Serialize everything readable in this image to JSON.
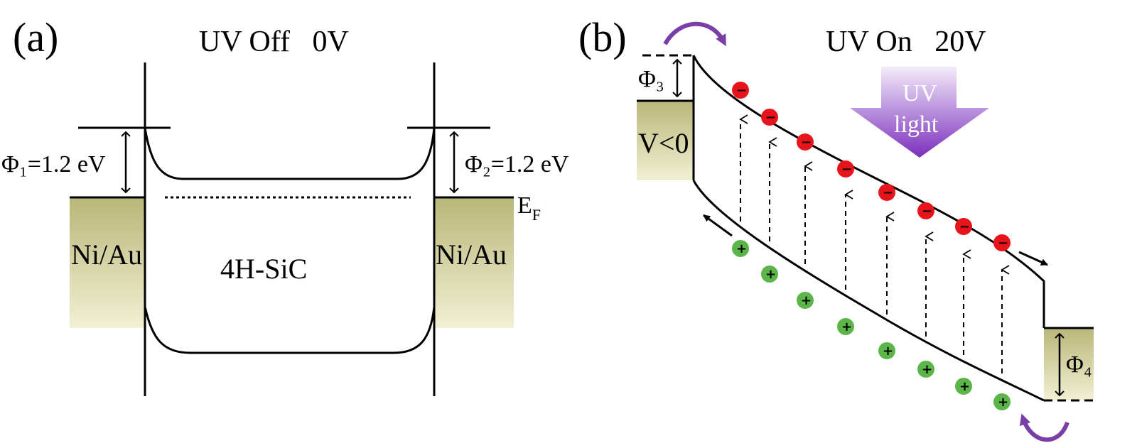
{
  "panels": {
    "a": {
      "label": "(a)",
      "title": "UV Off   0V",
      "phi1": "Φ₁=1.2 eV",
      "phi2": "Φ₂=1.2 eV",
      "fermi": "E",
      "fermi_sub": "F",
      "metal_left": "Ni/Au",
      "metal_right": "Ni/Au",
      "semiconductor": "4H-SiC"
    },
    "b": {
      "label": "(b)",
      "title": "UV On   20V",
      "phi3": "Φ₃",
      "phi4": "Φ₄",
      "bias": "V<0",
      "uv_line1": "UV",
      "uv_line2": "light",
      "electron_symbol": "−",
      "hole_symbol": "+"
    }
  },
  "colors": {
    "metal_top": "#b9b778",
    "metal_bottom": "#f1f0d4",
    "electron": "#e8141b",
    "hole": "#5cb548",
    "uv_arrow_top": "#f3ecfa",
    "uv_arrow_bottom": "#7b2fbd",
    "transfer_arrow": "#7a3fa6"
  }
}
